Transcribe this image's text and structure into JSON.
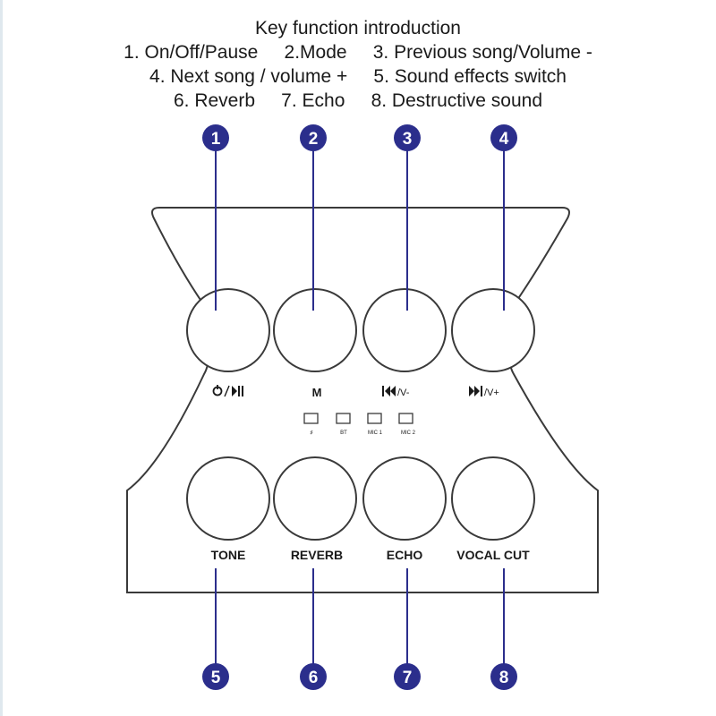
{
  "intro": {
    "title": "Key function introduction",
    "line1": "1. On/Off/Pause     2.Mode     3. Previous song/Volume -",
    "line2": "4. Next song / volume +     5. Sound effects switch",
    "line3": "6. Reverb     7. Echo     8. Destructive sound"
  },
  "colors": {
    "callout": "#2b2e8c",
    "outline": "#3a3a3a",
    "text": "#1a1a1a"
  },
  "callouts": [
    {
      "number": "1",
      "meaning": "On/Off/Pause"
    },
    {
      "number": "2",
      "meaning": "Mode"
    },
    {
      "number": "3",
      "meaning": "Previous song/Volume -"
    },
    {
      "number": "4",
      "meaning": "Next song / volume +"
    },
    {
      "number": "5",
      "meaning": "Sound effects switch"
    },
    {
      "number": "6",
      "meaning": "Reverb"
    },
    {
      "number": "7",
      "meaning": "Echo"
    },
    {
      "number": "8",
      "meaning": "Destructive sound"
    }
  ],
  "panel": {
    "top_labels": {
      "mode": "M",
      "prev": "/V-",
      "next": "/V+"
    },
    "indicators": {
      "ind1": "♯",
      "ind2": "BT",
      "ind3": "MIC 1",
      "ind4": "MIC 2"
    },
    "bottom_labels": {
      "tone": "TONE",
      "reverb": "REVERB",
      "echo": "ECHO",
      "vocal_cut": "VOCAL CUT"
    }
  },
  "icons": {
    "power_play_pause": "power-play-pause-icon",
    "previous": "previous-track-icon",
    "next": "next-track-icon"
  }
}
